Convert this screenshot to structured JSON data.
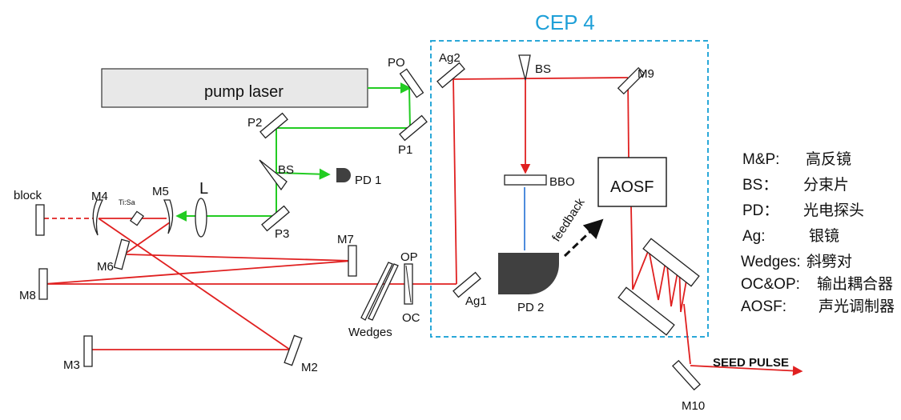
{
  "colors": {
    "beam_red": "#e02020",
    "beam_green": "#22cc22",
    "box_border": "#2aa8d8",
    "title_color": "#1fa0d8",
    "pump_fill": "#e8e8e8",
    "detector_fill": "#404040"
  },
  "title": "CEP 4",
  "pump_laser_label": "pump laser",
  "aosf_label": "AOSF",
  "seed_label": "SEED PULSE",
  "feedback_label": "feedback",
  "labels": {
    "po": "PO",
    "p1": "P1",
    "p2": "P2",
    "p3": "P3",
    "bs_green": "BS",
    "pd1": "PD 1",
    "l": "L",
    "m5": "M5",
    "m4": "M4",
    "tisa": "Ti:Sa",
    "block": "block",
    "m6": "M6",
    "m7": "M7",
    "m8": "M8",
    "m3": "M3",
    "m2": "M2",
    "op": "OP",
    "oc": "OC",
    "wedges": "Wedges",
    "ag1": "Ag1",
    "ag2": "Ag2",
    "bs_cep": "BS",
    "bbo": "BBO",
    "pd2": "PD 2",
    "m9": "M9",
    "m10": "M10"
  },
  "legend": [
    {
      "key": "M&P:",
      "value": "高反镜"
    },
    {
      "key": "BS：",
      "value": "分束片"
    },
    {
      "key": "PD：",
      "value": "光电探头"
    },
    {
      "key": "Ag:",
      "value": "银镜"
    },
    {
      "key": "Wedges:",
      "value": "斜劈对"
    },
    {
      "key": "OC&OP:",
      "value": "输出耦合器"
    },
    {
      "key": "AOSF:",
      "value": "声光调制器"
    }
  ]
}
